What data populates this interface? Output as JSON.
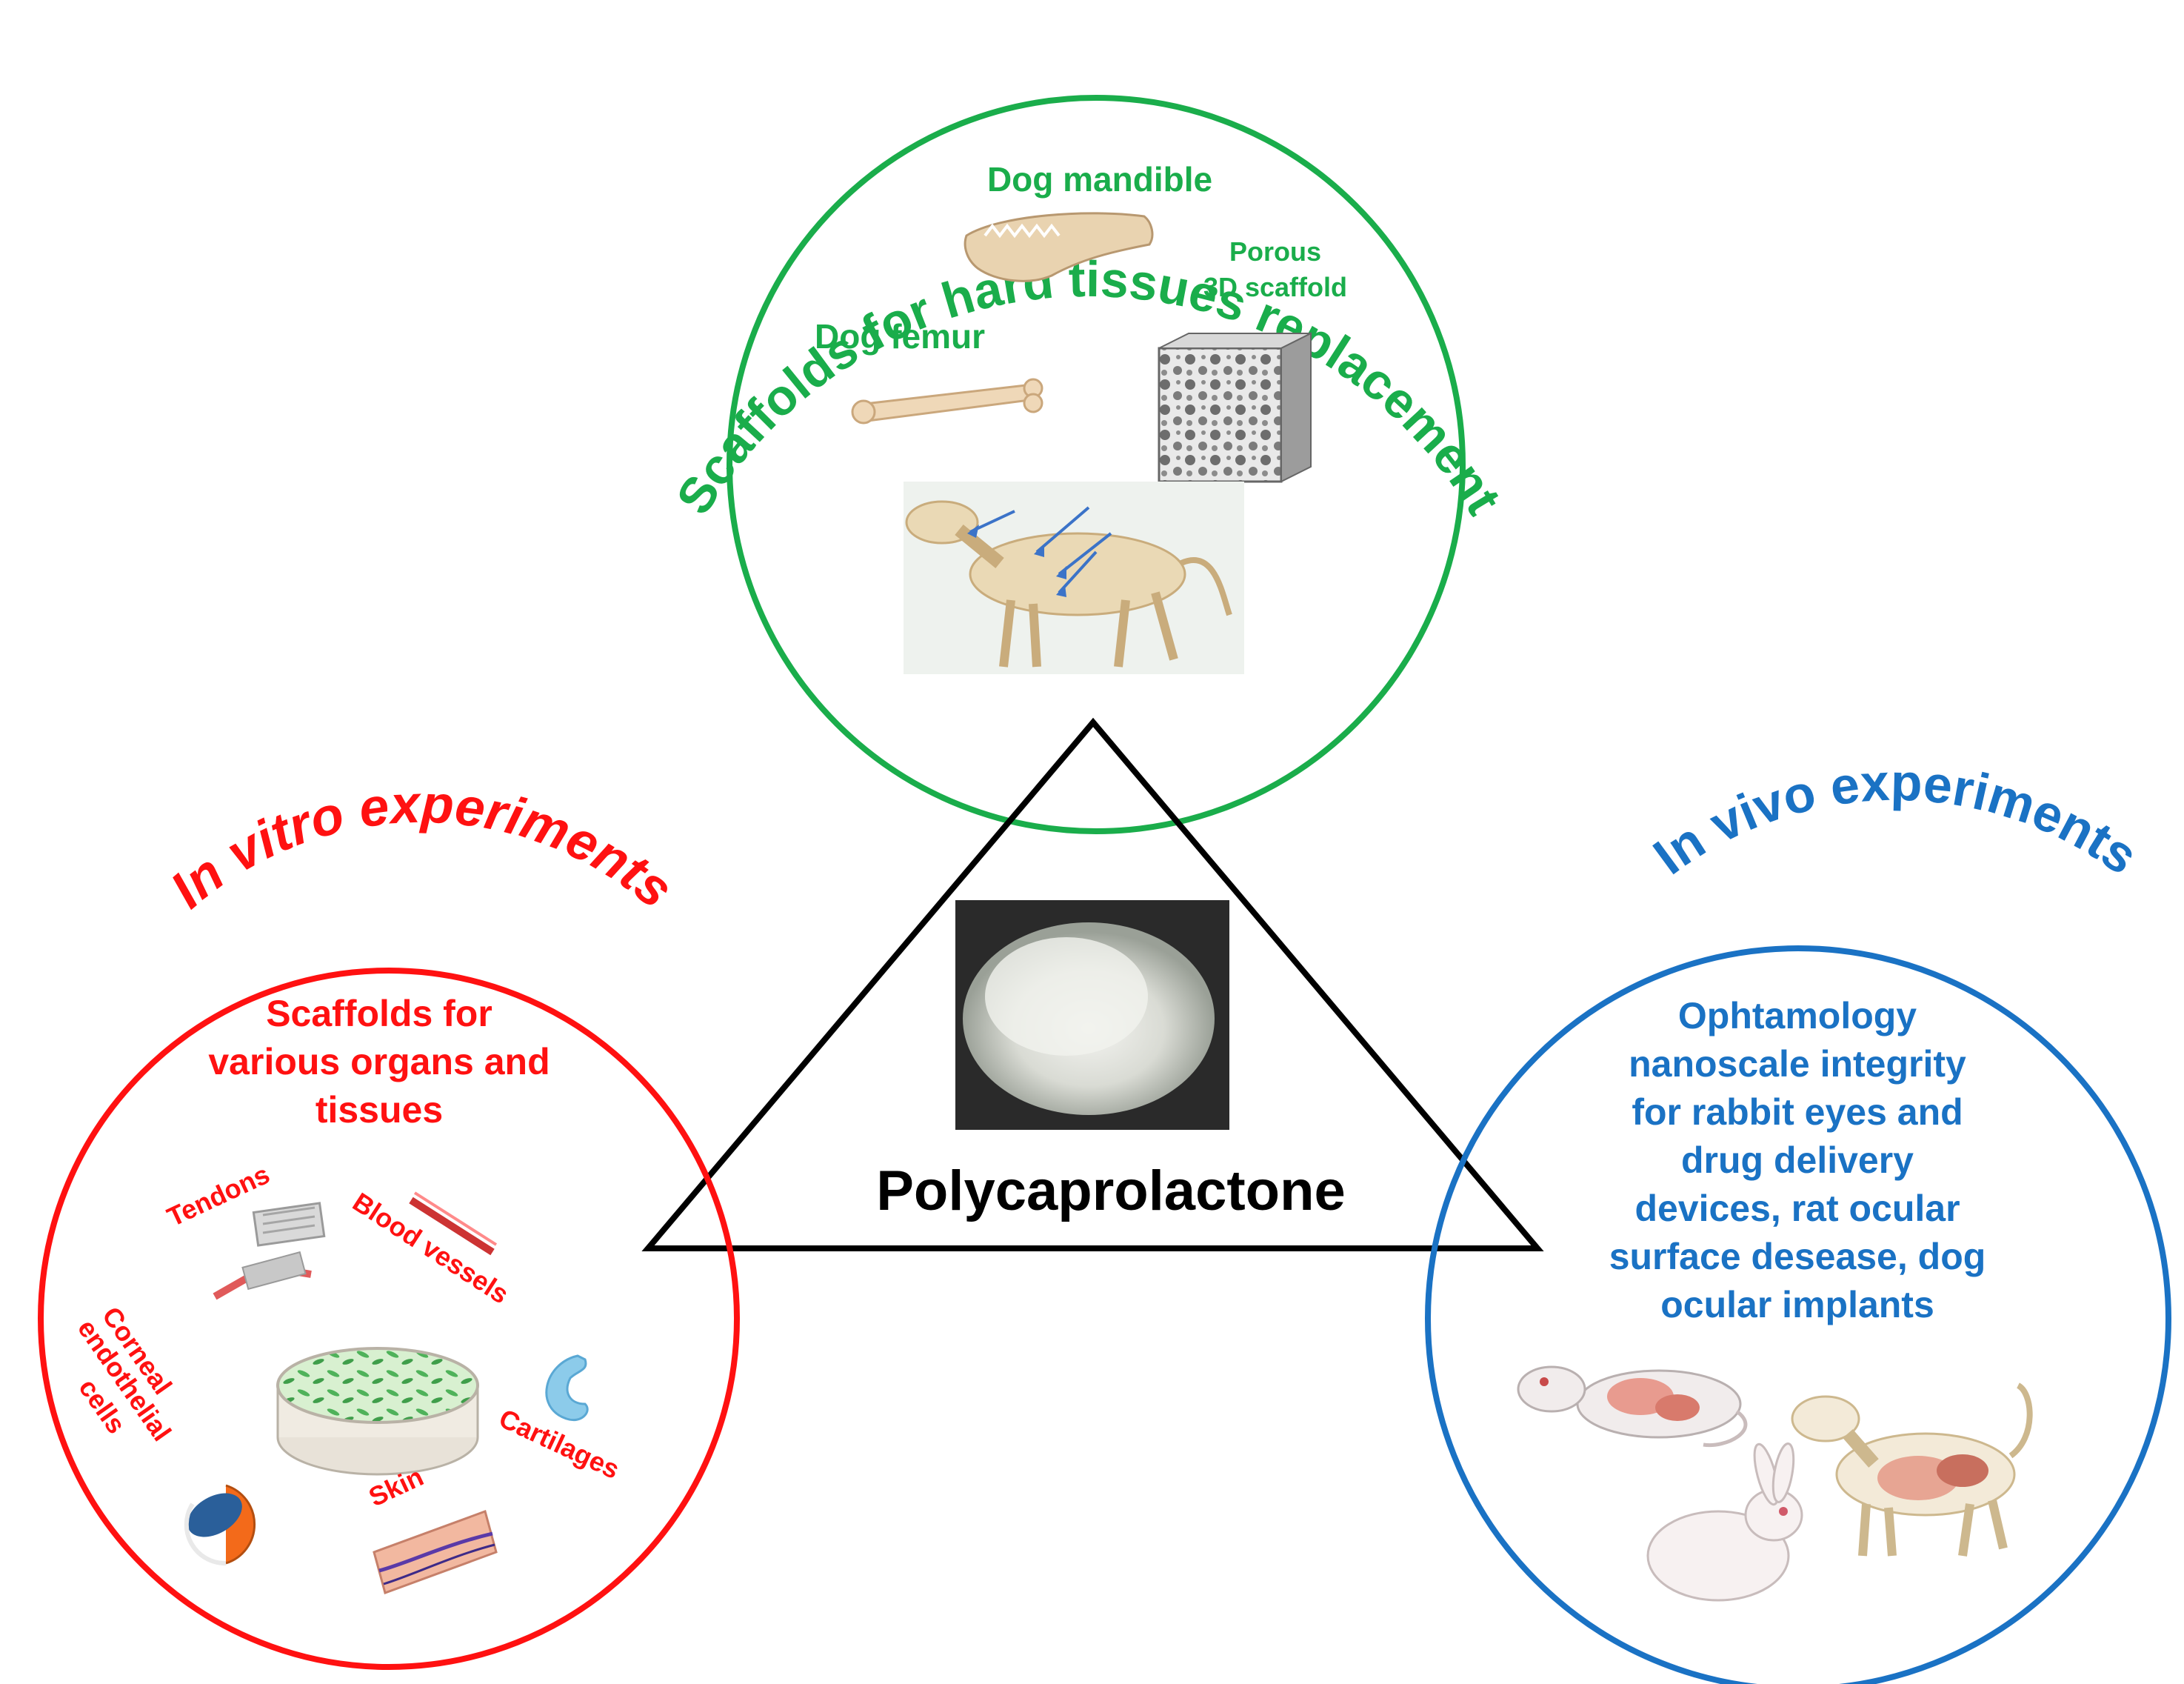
{
  "center": {
    "title": "Polycaprolactone",
    "image_name": "pcl-granules-photo"
  },
  "top_section": {
    "arc_title": "Scaffolds for hard tissues replacement",
    "color": "#1aad4b",
    "labels": {
      "dog_mandible": "Dog mandible",
      "porous_line1": "Porous",
      "porous_line2": "3D scaffold",
      "dog_femur": "Dog femur"
    }
  },
  "left_section": {
    "arc_title": "In vitro experiments",
    "color": "#ff1111",
    "subtitle_lines": [
      "Scaffolds for",
      "various organs and",
      "tissues"
    ],
    "labels": {
      "tendons": "Tendons",
      "blood_vessels": "Blood vessels",
      "corneal_line1": "Corneal",
      "corneal_line2": "endothelial",
      "corneal_line3": "cells",
      "cartilages": "Cartilages",
      "skin": "Skin"
    }
  },
  "right_section": {
    "arc_title": "In vivo experiments",
    "color": "#1a72c4",
    "subtitle_lines": [
      "Ophtamology",
      "nanoscale integrity",
      "for rabbit eyes and",
      "drug delivery",
      "devices, rat ocular",
      "surface desease, dog",
      "ocular implants"
    ]
  }
}
